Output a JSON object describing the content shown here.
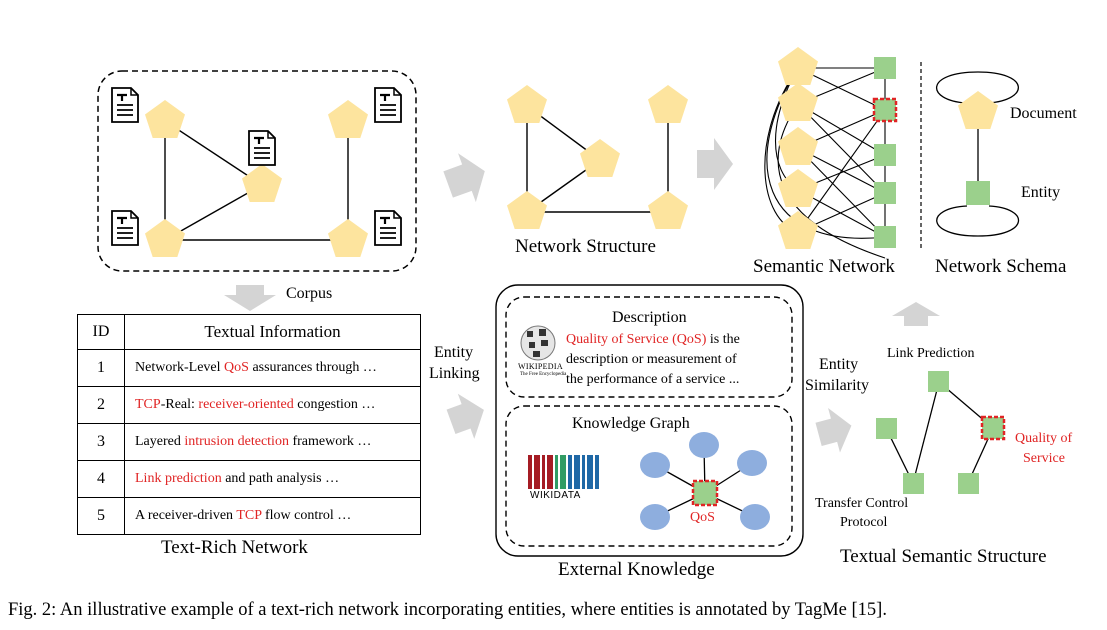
{
  "colors": {
    "node_pentagon": "#fde49e",
    "node_square": "#9bd08c",
    "node_ellipse": "#8eaede",
    "highlight": "#e02424",
    "arrow": "#d4d4d4",
    "wiki_red": "#a51c24",
    "wiki_green": "#319c64",
    "wiki_blue": "#1f68a6"
  },
  "icons": [
    "document-icon",
    "wikipedia-globe-icon",
    "wikidata-barcode-icon"
  ],
  "labels": {
    "corpus": "Corpus",
    "network_structure": "Network Structure",
    "semantic_network": "Semantic Network",
    "network_schema": "Network Schema",
    "document": "Document",
    "entity": "Entity",
    "text_rich_network": "Text-Rich Network",
    "entity_linking_1": "Entity",
    "entity_linking_2": "Linking",
    "entity_similarity_1": "Entity",
    "entity_similarity_2": "Similarity",
    "external_knowledge": "External Knowledge",
    "textual_semantic_structure": "Textual Semantic Structure",
    "link_prediction": "Link Prediction",
    "quality_of_service_1": "Quality of",
    "quality_of_service_2": "Service",
    "transfer_control_1": "Transfer Control",
    "transfer_control_2": "Protocol"
  },
  "table": {
    "header_id": "ID",
    "header_text": "Textual Information",
    "rows": [
      {
        "id": "1",
        "parts": [
          {
            "t": "Network-Level "
          },
          {
            "t": "QoS",
            "red": true
          },
          {
            "t": " assurances through …"
          }
        ]
      },
      {
        "id": "2",
        "parts": [
          {
            "t": "TCP",
            "red": true
          },
          {
            "t": "-Real: "
          },
          {
            "t": "receiver-oriented",
            "red": true
          },
          {
            "t": " congestion …"
          }
        ]
      },
      {
        "id": "3",
        "parts": [
          {
            "t": "Layered "
          },
          {
            "t": "intrusion detection",
            "red": true
          },
          {
            "t": " framework …"
          }
        ]
      },
      {
        "id": "4",
        "parts": [
          {
            "t": "Link prediction",
            "red": true
          },
          {
            "t": " and path analysis …"
          }
        ]
      },
      {
        "id": "5",
        "parts": [
          {
            "t": "A receiver-driven "
          },
          {
            "t": "TCP",
            "red": true
          },
          {
            "t": " flow control …"
          }
        ]
      }
    ]
  },
  "description": {
    "title": "Description",
    "line1_red": "Quality of Service (QoS)",
    "line1_rest": " is the",
    "line2": "description or measurement of",
    "line3": "the performance of a service ...",
    "wiki_name": "WIKIPEDIA",
    "wiki_tagline": "The Free Encyclopedia"
  },
  "knowledge_graph": {
    "title": "Knowledge Graph",
    "qos": "QoS",
    "wikidata": "WIKIDATA"
  },
  "caption": "Fig. 2: An illustrative example of a text-rich network incorporating entities, where entities is annotated by TagMe [15]."
}
